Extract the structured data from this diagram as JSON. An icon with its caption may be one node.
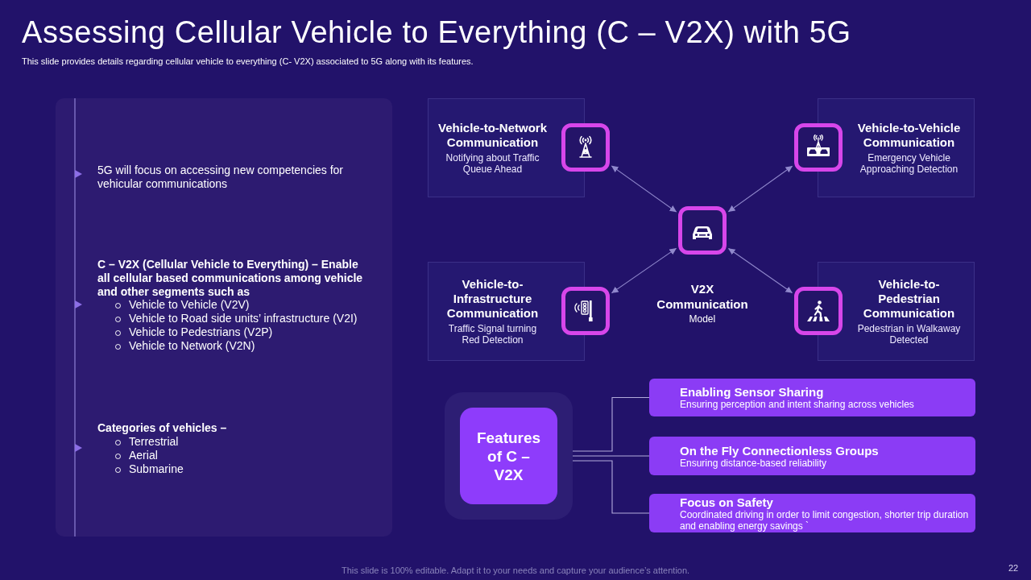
{
  "diagram": {
    "title": "Assessing Cellular Vehicle to Everything (C – V2X) with 5G",
    "nodes": [
      {
        "text": [
          "5G will focus on accessing new competencies for vehicular communications",
          "C – V2X (Cellular Vehicle to Everything) – Enable all cellular based communications among vehicle and other segments such as",
          "Vehicle to Vehicle (V2V)",
          "Vehicle to Road side units’ infrastructure (V2I)",
          "Vehicle to Pedestrians (V2P)",
          "Vehicle to Network (V2N)",
          "Categories of vehicles –",
          "Terrestrial",
          "Aerial",
          "Submarine"
        ]
      },
      {
        "text": [
          "Vehicle-to-Network Communication",
          "Notifying about Traffic Queue Ahead"
        ]
      },
      {
        "text": [],
        "shape": "picture"
      },
      {
        "text": [
          "Vehicle-to-Vehicle Communication",
          "Emergency Vehicle Approaching Detection"
        ]
      },
      {
        "text": [],
        "shape": "picture"
      },
      {
        "text": [],
        "shape": "picture"
      },
      {
        "text": [
          "Vehicle-to-Infrastructure Communication",
          "Traffic Signal turning Red Detection"
        ]
      },
      {
        "text": [],
        "shape": "picture"
      },
      {
        "text": [
          "Vehicle-to-Pedestrian Communication",
          "Pedestrian in Walkaway Detected"
        ]
      },
      {
        "text": [],
        "shape": "picture"
      },
      {
        "text": [],
        "shape": "box"
      },
      {
        "text": [
          "Features of C – V2X"
        ],
        "in": 10
      },
      {
        "text": [
          "Enabling Sensor Sharing",
          "Ensuring perception and intent sharing across vehicles"
        ]
      },
      {
        "text": [
          "On the Fly Connectionless Groups",
          "Ensuring distance-based reliability"
        ]
      },
      {
        "text": [
          "Focus on Safety",
          "Coordinated driving in order to limit congestion, shorter trip duration and enabling energy savings `"
        ]
      }
    ],
    "edges": [
      {
        "from": 5,
        "to": 2,
        "arrow": "both"
      },
      {
        "from": 5,
        "to": 4,
        "arrow": "both"
      },
      {
        "from": 5,
        "to": 7,
        "arrow": "both"
      },
      {
        "from": 5,
        "to": 9,
        "arrow": "both"
      },
      {
        "from": 10,
        "to": 12,
        "arrow": "none"
      },
      {
        "from": 10,
        "to": 13,
        "arrow": "none"
      },
      {
        "from": 10,
        "to": 14,
        "arrow": "none"
      }
    ],
    "labels": [
      "This slide provides details regarding cellular vehicle to everything (C- V2X) associated to 5G along with its features.",
      "V2X Communication",
      "Model",
      "This slide is 100% editable. Adapt it to your needs and capture your audience’s attention.",
      "22"
    ]
  }
}
